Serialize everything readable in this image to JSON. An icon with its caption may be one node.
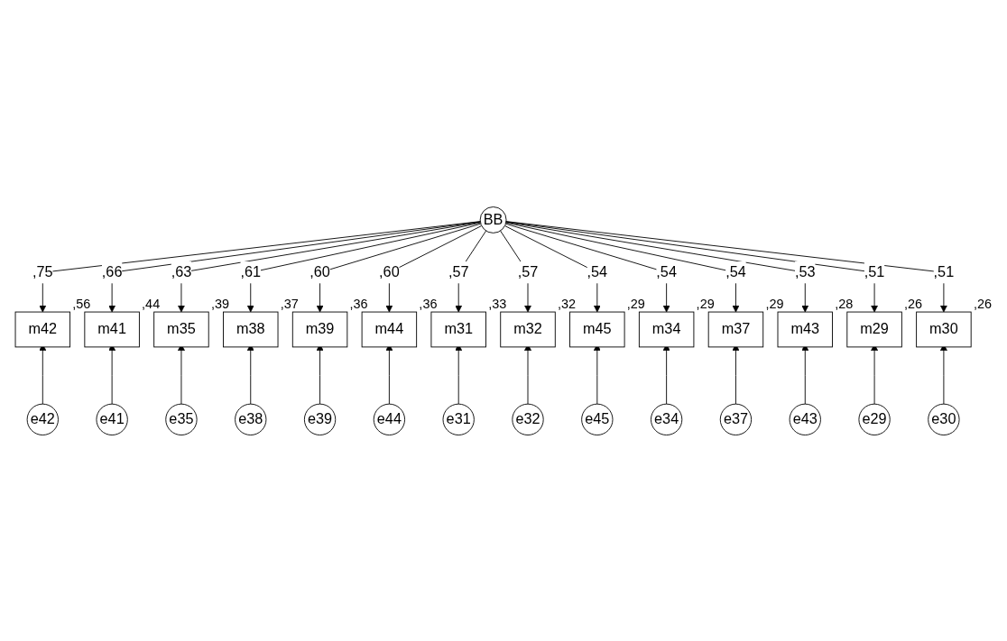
{
  "diagram": {
    "nodes": [
      {
        "text": [
          "BB"
        ]
      },
      {
        "text": [
          "m42"
        ],
        "beside": [
          ",56"
        ]
      },
      {
        "text": [
          "m41"
        ],
        "beside": [
          ",44"
        ]
      },
      {
        "text": [
          "m35"
        ],
        "beside": [
          ",39"
        ]
      },
      {
        "text": [
          "m38"
        ],
        "beside": [
          ",37"
        ]
      },
      {
        "text": [
          "m39"
        ],
        "beside": [
          ",36"
        ]
      },
      {
        "text": [
          "m44"
        ],
        "beside": [
          ",36"
        ]
      },
      {
        "text": [
          "m31"
        ],
        "beside": [
          ",33"
        ]
      },
      {
        "text": [
          "m32"
        ],
        "beside": [
          ",32"
        ]
      },
      {
        "text": [
          "m45"
        ],
        "beside": [
          ",29"
        ]
      },
      {
        "text": [
          "m34"
        ],
        "beside": [
          ",29"
        ]
      },
      {
        "text": [
          "m37"
        ],
        "beside": [
          ",29"
        ]
      },
      {
        "text": [
          "m43"
        ],
        "beside": [
          ",28"
        ]
      },
      {
        "text": [
          "m29"
        ],
        "beside": [
          ",26"
        ]
      },
      {
        "text": [
          "m30"
        ],
        "beside": [
          ",26"
        ]
      },
      {
        "text": [
          "e42"
        ]
      },
      {
        "text": [
          "e41"
        ]
      },
      {
        "text": [
          "e35"
        ]
      },
      {
        "text": [
          "e38"
        ]
      },
      {
        "text": [
          "e39"
        ]
      },
      {
        "text": [
          "e44"
        ]
      },
      {
        "text": [
          "e31"
        ]
      },
      {
        "text": [
          "e32"
        ]
      },
      {
        "text": [
          "e45"
        ]
      },
      {
        "text": [
          "e34"
        ]
      },
      {
        "text": [
          "e37"
        ]
      },
      {
        "text": [
          "e43"
        ]
      },
      {
        "text": [
          "e29"
        ]
      },
      {
        "text": [
          "e30"
        ]
      }
    ],
    "edges": [
      {
        "from": 0,
        "to": 1,
        "arrow": "to",
        "label": ",75"
      },
      {
        "from": 0,
        "to": 2,
        "arrow": "to",
        "label": ",66"
      },
      {
        "from": 0,
        "to": 3,
        "arrow": "to",
        "label": ",63"
      },
      {
        "from": 0,
        "to": 4,
        "arrow": "to",
        "label": ",61"
      },
      {
        "from": 0,
        "to": 5,
        "arrow": "to",
        "label": ",60"
      },
      {
        "from": 0,
        "to": 6,
        "arrow": "to",
        "label": ",60"
      },
      {
        "from": 0,
        "to": 7,
        "arrow": "to",
        "label": ",57"
      },
      {
        "from": 0,
        "to": 8,
        "arrow": "to",
        "label": ",57"
      },
      {
        "from": 0,
        "to": 9,
        "arrow": "to",
        "label": ",54"
      },
      {
        "from": 0,
        "to": 10,
        "arrow": "to",
        "label": ",54"
      },
      {
        "from": 0,
        "to": 11,
        "arrow": "to",
        "label": ",54"
      },
      {
        "from": 0,
        "to": 12,
        "arrow": "to",
        "label": ",53"
      },
      {
        "from": 0,
        "to": 13,
        "arrow": "to",
        "label": ",51"
      },
      {
        "from": 0,
        "to": 14,
        "arrow": "to",
        "label": ",51"
      },
      {
        "from": 15,
        "to": 1,
        "arrow": "to"
      },
      {
        "from": 16,
        "to": 2,
        "arrow": "to"
      },
      {
        "from": 17,
        "to": 3,
        "arrow": "to"
      },
      {
        "from": 18,
        "to": 4,
        "arrow": "to"
      },
      {
        "from": 19,
        "to": 5,
        "arrow": "to"
      },
      {
        "from": 20,
        "to": 6,
        "arrow": "to"
      },
      {
        "from": 21,
        "to": 7,
        "arrow": "to"
      },
      {
        "from": 22,
        "to": 8,
        "arrow": "to"
      },
      {
        "from": 23,
        "to": 9,
        "arrow": "to"
      },
      {
        "from": 24,
        "to": 10,
        "arrow": "to"
      },
      {
        "from": 25,
        "to": 11,
        "arrow": "to"
      },
      {
        "from": 26,
        "to": 12,
        "arrow": "to"
      },
      {
        "from": 27,
        "to": 13,
        "arrow": "to"
      },
      {
        "from": 28,
        "to": 14,
        "arrow": "to"
      }
    ]
  }
}
